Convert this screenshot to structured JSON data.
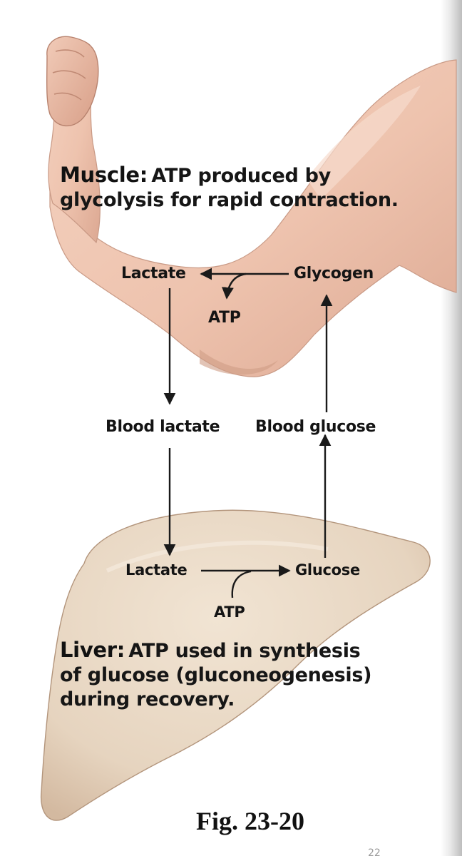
{
  "muscle": {
    "heading": "Muscle:",
    "line1": "ATP produced by",
    "line2": "glycolysis for rapid contraction."
  },
  "muscle_pathway": {
    "lactate": "Lactate",
    "glycogen": "Glycogen",
    "atp": "ATP"
  },
  "blood": {
    "lactate": "Blood lactate",
    "glucose": "Blood glucose"
  },
  "liver_pathway": {
    "lactate": "Lactate",
    "glucose": "Glucose",
    "atp": "ATP"
  },
  "liver": {
    "heading": "Liver:",
    "line1": "ATP used in synthesis",
    "line2": "of glucose (gluconeogenesis)",
    "line3": "during recovery."
  },
  "figure_label": "Fig. 23-20",
  "page_number": "22",
  "colors": {
    "skin": "#eec3ae",
    "skin_shadow": "#d49c86",
    "liver": "#e8d8c4",
    "liver_edge": "#b3957c",
    "arrow": "#1a1a1a"
  }
}
